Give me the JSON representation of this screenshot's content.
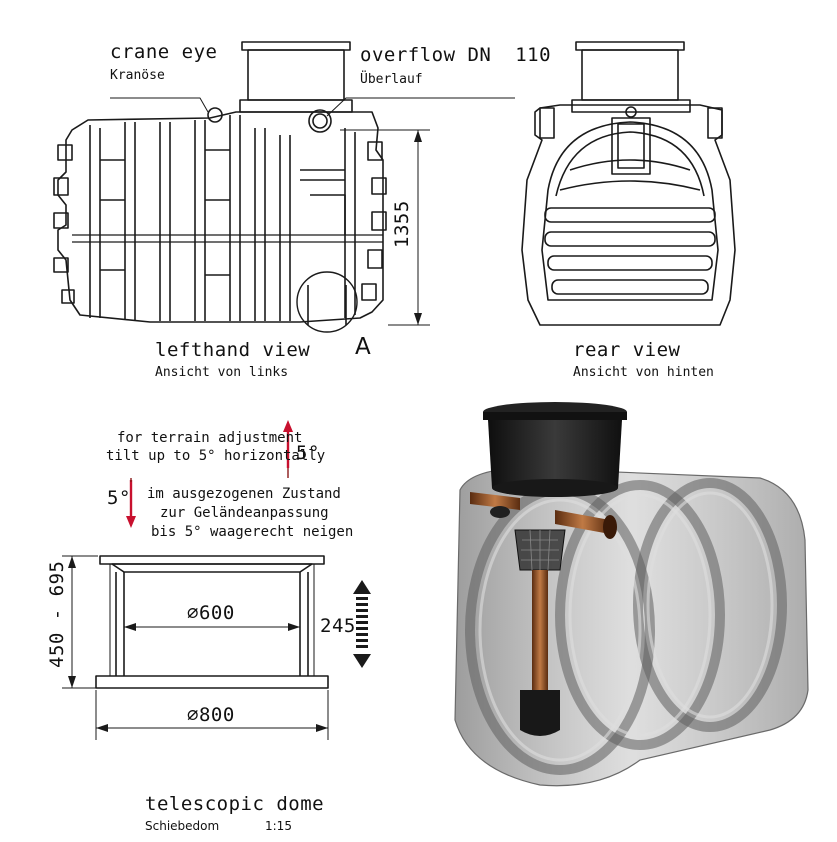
{
  "labels": {
    "crane_eye": "crane eye",
    "crane_eye_de": "Kranöse",
    "overflow": "overflow DN  110",
    "overflow_de": "Überlauf",
    "lefthand_view": "lefthand view",
    "lefthand_view_de": "Ansicht von links",
    "detail_a": "A",
    "rear_view": "rear view",
    "rear_view_de": "Ansicht von hinten",
    "height_1355": "1355",
    "terrain_en_1": "for terrain adjustment",
    "terrain_en_2": "tilt up to 5° horizontally",
    "angle_up": "5°",
    "angle_down": "5°",
    "terrain_de_1": "im ausgezogenen Zustand",
    "terrain_de_2": "zur Geländeanpassung",
    "terrain_de_3": "bis 5° waagerecht neigen",
    "range_450_695": "450 - 695",
    "diameter_600": "⌀600",
    "travel_245": "245",
    "diameter_800": "⌀800",
    "telescopic_dome": "telescopic dome",
    "telescopic_dome_de": "Schiebedom",
    "scale": "1:15"
  },
  "colors": {
    "line": "#1a1a1a",
    "tank_fill": "#ffffff",
    "arrow_red": "#c8102e",
    "render_tank": "#9a9a9a",
    "render_dome": "#1e1e1e",
    "render_copper": "#8a4a20"
  }
}
